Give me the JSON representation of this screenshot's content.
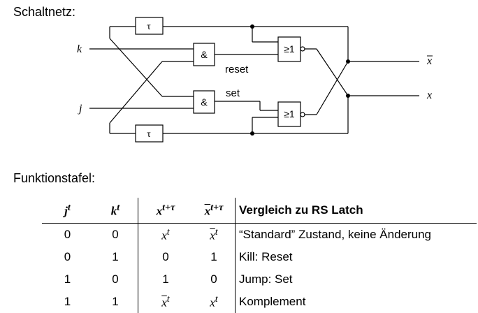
{
  "headings": {
    "schaltnetz": "Schaltnetz:",
    "funktionstafel": "Funktionstafel:"
  },
  "circuit": {
    "inputs": {
      "k": "k",
      "j": "j"
    },
    "outputs": {
      "xbar": "x",
      "x": "x"
    },
    "and_gate_symbol": "&",
    "or_gate_symbol": "≥1",
    "delay_symbol": "τ",
    "signals": {
      "reset": "reset",
      "set": "set"
    }
  },
  "table": {
    "headers": {
      "j": "j",
      "j_sup": "t",
      "k": "k",
      "k_sup": "t",
      "x": "x",
      "x_sup": "t+τ",
      "xbar": "x",
      "xbar_sup": "t+τ",
      "compare": "Vergleich zu RS Latch"
    },
    "rows": [
      {
        "j": "0",
        "k": "0",
        "x": "x",
        "x_sup": "t",
        "x_overline": false,
        "xbar": "x",
        "xbar_sup": "t",
        "xbar_overline": true,
        "desc": "“Standard” Zustand, keine Änderung"
      },
      {
        "j": "0",
        "k": "1",
        "x": "0",
        "x_sup": "",
        "x_overline": false,
        "xbar": "1",
        "xbar_sup": "",
        "xbar_overline": false,
        "desc": "Kill: Reset"
      },
      {
        "j": "1",
        "k": "0",
        "x": "1",
        "x_sup": "",
        "x_overline": false,
        "xbar": "0",
        "xbar_sup": "",
        "xbar_overline": false,
        "desc": "Jump: Set"
      },
      {
        "j": "1",
        "k": "1",
        "x": "x",
        "x_sup": "t",
        "x_overline": true,
        "xbar": "x",
        "xbar_sup": "t",
        "xbar_overline": false,
        "desc": "Komplement"
      }
    ]
  }
}
